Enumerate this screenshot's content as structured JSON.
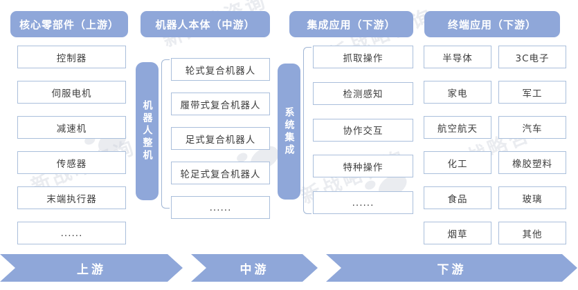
{
  "watermark": {
    "brand_text": "新战略咨询",
    "logo": "paw-print"
  },
  "colors": {
    "primary_blue": "#8FA7D9",
    "box_border": "#A9BEDB",
    "bracket_line": "#9FB5D4",
    "box_text": "#3D3D3D"
  },
  "columns": [
    {
      "header": "核心零部件（上游）",
      "items": [
        "控制器",
        "伺服电机",
        "减速机",
        "传感器",
        "末端执行器",
        "......"
      ]
    },
    {
      "header": "机器人本体（中游）",
      "side_label": "机器人整机",
      "items": [
        "轮式复合机器人",
        "履带式复合机器人",
        "足式复合机器人",
        "轮足式复合机器人",
        "......"
      ]
    },
    {
      "header": "集成应用（下游）",
      "side_label": "系统集成",
      "items": [
        "抓取操作",
        "检测感知",
        "协作交互",
        "特种操作",
        "......"
      ]
    },
    {
      "header": "终端应用（下游）",
      "items_left": [
        "半导体",
        "家电",
        "航空航天",
        "化工",
        "食品",
        "烟草"
      ],
      "items_right": [
        "3C电子",
        "军工",
        "汽车",
        "橡胶塑料",
        "玻璃",
        "其他"
      ]
    }
  ],
  "flow": [
    {
      "label": "上游"
    },
    {
      "label": "中游"
    },
    {
      "label": "下游"
    }
  ]
}
